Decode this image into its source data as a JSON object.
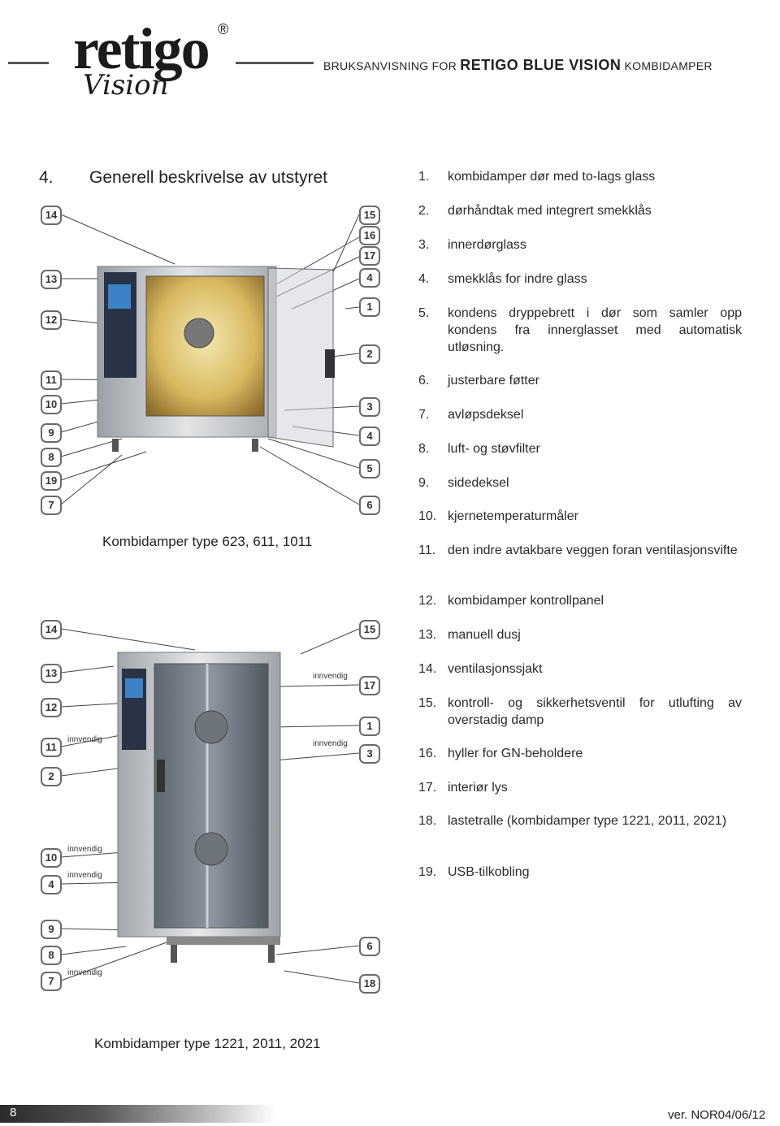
{
  "header": {
    "logo_name": "retigo",
    "logo_sub": "Vision",
    "prefix": "BRUKSANVISNING FOR",
    "brand": "RETIGO BLUE VISION",
    "suffix": "KOMBIDAMPER"
  },
  "section": {
    "number": "4.",
    "title": "Generell beskrivelse av utstyret"
  },
  "parts": [
    {
      "n": "1.",
      "text": "kombidamper dør med to-lags glass"
    },
    {
      "n": "2.",
      "text": "dørhåndtak med integrert smekklås"
    },
    {
      "n": "3.",
      "text": "innerdørglass"
    },
    {
      "n": "4.",
      "text": "smekklås for indre glass"
    },
    {
      "n": "5.",
      "text": "kondens dryppebrett i dør som samler opp kondens fra innerglasset med automatisk utløsning."
    },
    {
      "n": "6.",
      "text": "justerbare føtter"
    },
    {
      "n": "7.",
      "text": "avløpsdeksel"
    },
    {
      "n": "8.",
      "text": "luft- og støvfilter"
    },
    {
      "n": "9.",
      "text": "sidedeksel"
    },
    {
      "n": "10.",
      "text": "kjernetemperaturmåler"
    },
    {
      "n": "11.",
      "text": "den indre avtakbare veggen foran ventilasjonsvifte"
    },
    {
      "n": "12.",
      "text": "kombidamper kontrollpanel"
    },
    {
      "n": "13.",
      "text": "manuell dusj"
    },
    {
      "n": "14.",
      "text": "ventilasjonssjakt"
    },
    {
      "n": "15.",
      "text": "kontroll- og sikkerhetsventil for utlufting av overstadig damp"
    },
    {
      "n": "16.",
      "text": "hyller for GN-beholdere"
    },
    {
      "n": "17.",
      "text": "interiør lys"
    },
    {
      "n": "18.",
      "text": "lastetralle (kombidamper type 1221, 2011, 2021)"
    },
    {
      "n": "19.",
      "text": "USB-tilkobling"
    }
  ],
  "figure1": {
    "caption": "Kombidamper type 623, 611, 1011",
    "left_badges": [
      "14",
      "13",
      "12",
      "11",
      "10",
      "9",
      "8",
      "19",
      "7"
    ],
    "right_badges": [
      "15",
      "16",
      "17",
      "4",
      "1",
      "2",
      "3",
      "4",
      "5",
      "6"
    ]
  },
  "figure2": {
    "caption": "Kombidamper type 1221, 2011, 2021",
    "left_badges": [
      "14",
      "13",
      "12",
      "11",
      "2",
      "10",
      "4",
      "9",
      "8",
      "7"
    ],
    "right_badges": [
      "15",
      "17",
      "1",
      "3",
      "6",
      "18"
    ],
    "inner_label": "innvendig"
  },
  "footer": {
    "page": "8",
    "version": "ver. NOR04/06/12"
  }
}
